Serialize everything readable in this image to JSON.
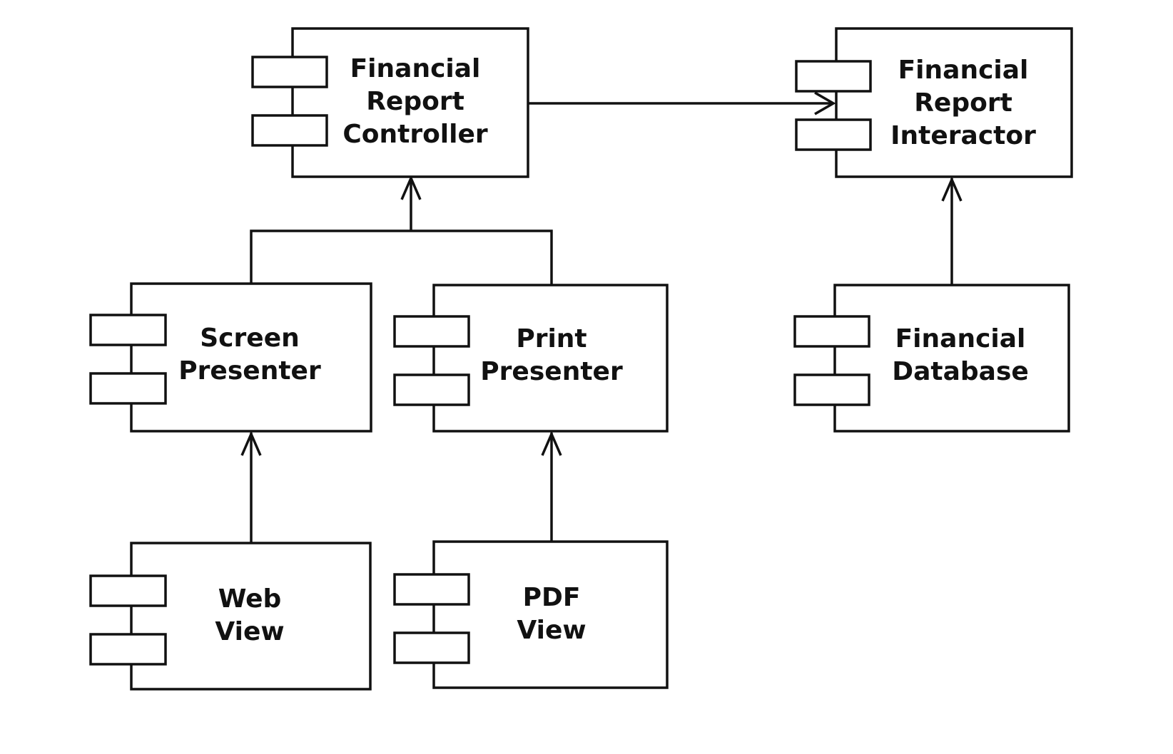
{
  "components": [
    {
      "id": "financial-report-controller",
      "lines": [
        "Financial",
        "Report",
        "Controller"
      ]
    },
    {
      "id": "financial-report-interactor",
      "lines": [
        "Financial",
        "Report",
        "Interactor"
      ]
    },
    {
      "id": "screen-presenter",
      "lines": [
        "Screen",
        "Presenter"
      ]
    },
    {
      "id": "print-presenter",
      "lines": [
        "Print",
        "Presenter"
      ]
    },
    {
      "id": "financial-database",
      "lines": [
        "Financial",
        "Database"
      ]
    },
    {
      "id": "web-view",
      "lines": [
        "Web",
        "View"
      ]
    },
    {
      "id": "pdf-view",
      "lines": [
        "PDF",
        "View"
      ]
    }
  ],
  "dependencies": [
    {
      "from": "financial-report-controller",
      "to": "financial-report-interactor"
    },
    {
      "from": "screen-presenter",
      "to": "financial-report-controller"
    },
    {
      "from": "print-presenter",
      "to": "financial-report-controller"
    },
    {
      "from": "financial-database",
      "to": "financial-report-interactor"
    },
    {
      "from": "web-view",
      "to": "screen-presenter"
    },
    {
      "from": "pdf-view",
      "to": "print-presenter"
    }
  ],
  "colors": {
    "stroke": "#111111",
    "background": "#ffffff"
  }
}
